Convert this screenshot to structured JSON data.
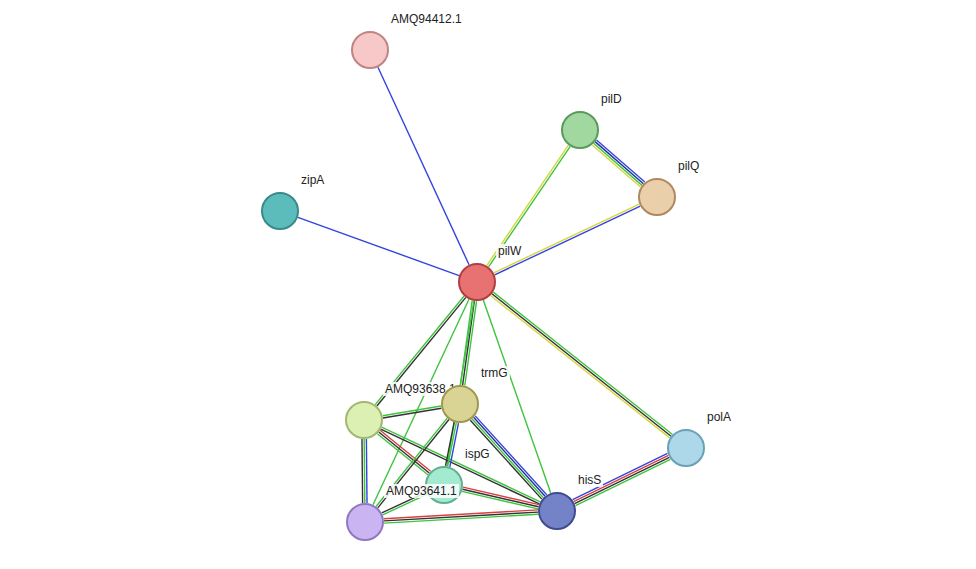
{
  "diagram": {
    "nodes": [
      {
        "text": [
          "AMQ94412.1"
        ]
      },
      {
        "text": [
          "pilD"
        ]
      },
      {
        "text": [
          "zipA"
        ]
      },
      {
        "text": [
          "pilQ"
        ]
      },
      {
        "text": [
          "pilW"
        ]
      },
      {
        "text": [
          "AMQ93638.1"
        ]
      },
      {
        "text": [
          "trmG"
        ]
      },
      {
        "text": [
          "polA"
        ]
      },
      {
        "text": [
          "ispG"
        ]
      },
      {
        "text": [
          "AMQ93641.1"
        ]
      },
      {
        "text": [
          "hisS"
        ]
      }
    ],
    "edges": [
      {
        "from": 0,
        "to": 4,
        "arrow": "none"
      },
      {
        "from": 2,
        "to": 4,
        "arrow": "none"
      },
      {
        "from": 1,
        "to": 3,
        "arrow": "none"
      },
      {
        "from": 1,
        "to": 4,
        "arrow": "none"
      },
      {
        "from": 3,
        "to": 4,
        "arrow": "none"
      },
      {
        "from": 4,
        "to": 5,
        "arrow": "none"
      },
      {
        "from": 4,
        "to": 6,
        "arrow": "none"
      },
      {
        "from": 4,
        "to": 9,
        "arrow": "none"
      },
      {
        "from": 4,
        "to": 8,
        "arrow": "none"
      },
      {
        "from": 4,
        "to": 10,
        "arrow": "none"
      },
      {
        "from": 4,
        "to": 7,
        "arrow": "none"
      },
      {
        "from": 5,
        "to": 6,
        "arrow": "none"
      },
      {
        "from": 5,
        "to": 9,
        "arrow": "none"
      },
      {
        "from": 5,
        "to": 8,
        "arrow": "none"
      },
      {
        "from": 5,
        "to": 10,
        "arrow": "none"
      },
      {
        "from": 6,
        "to": 8,
        "arrow": "none"
      },
      {
        "from": 6,
        "to": 9,
        "arrow": "none"
      },
      {
        "from": 6,
        "to": 10,
        "arrow": "none"
      },
      {
        "from": 8,
        "to": 9,
        "arrow": "none"
      },
      {
        "from": 8,
        "to": 10,
        "arrow": "none"
      },
      {
        "from": 9,
        "to": 10,
        "arrow": "none"
      },
      {
        "from": 7,
        "to": 10,
        "arrow": "none"
      }
    ]
  }
}
